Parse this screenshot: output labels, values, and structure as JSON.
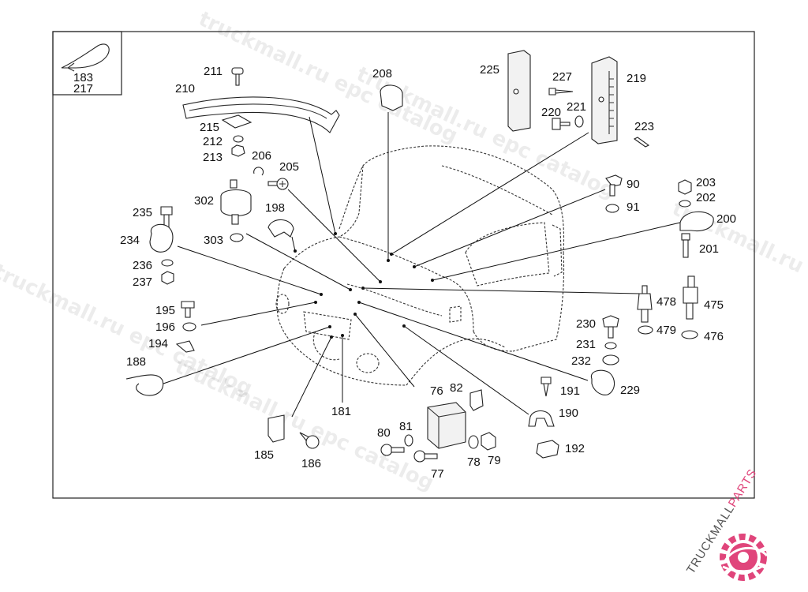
{
  "watermark": {
    "text_a": "truckmall.ru epc catalog",
    "text_b": "truckmall.ru epc catalog",
    "text_c": "truckmall.ru epc catalog",
    "text_d": "truckmall.ru epc catalog",
    "text_e": "truckmall.ru epc catalog"
  },
  "logo": {
    "text_main": "TRUCKMALL",
    "text_accent": "PARTS",
    "main_color": "#555555",
    "accent_color": "#e0457b"
  },
  "inset": {
    "label_top": "183",
    "label_bottom": "217"
  },
  "callouts": {
    "c208": "208",
    "c225": "225",
    "c227": "227",
    "c219": "219",
    "c220": "220",
    "c221": "221",
    "c223": "223",
    "c211": "211",
    "c210": "210",
    "c215": "215",
    "c212": "212",
    "c213": "213",
    "c206": "206",
    "c205": "205",
    "c302": "302",
    "c198": "198",
    "c303": "303",
    "c235": "235",
    "c234": "234",
    "c236": "236",
    "c237": "237",
    "c195": "195",
    "c196": "196",
    "c194": "194",
    "c188": "188",
    "c90": "90",
    "c91": "91",
    "c203": "203",
    "c202": "202",
    "c200": "200",
    "c201": "201",
    "c478": "478",
    "c475": "475",
    "c479": "479",
    "c476": "476",
    "c230": "230",
    "c231": "231",
    "c232": "232",
    "c229": "229",
    "c191": "191",
    "c190": "190",
    "c192": "192",
    "c76": "76",
    "c82": "82",
    "c181": "181",
    "c80": "80",
    "c81": "81",
    "c77": "77",
    "c78": "78",
    "c79": "79",
    "c185": "185",
    "c186": "186"
  }
}
